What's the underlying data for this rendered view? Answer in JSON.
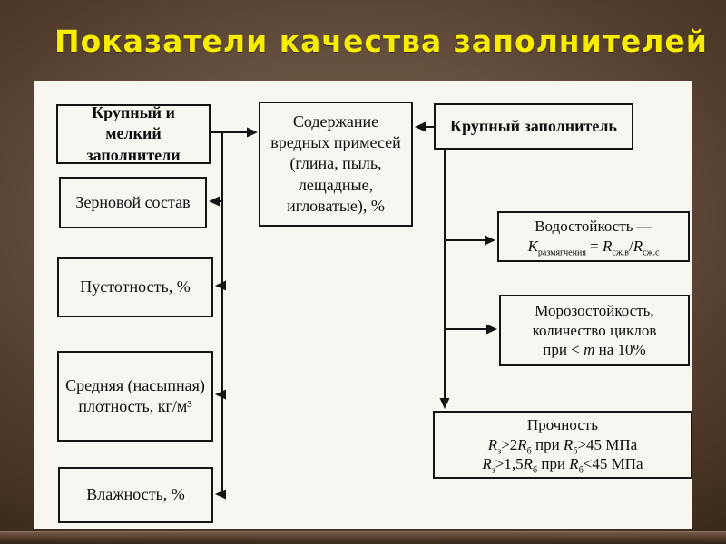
{
  "slide": {
    "title": "Показатели качества заполнителей",
    "title_color": "#f8ec00",
    "background_color": "#66513f",
    "panel_color": "#f8f6f1",
    "line_color": "#141414"
  },
  "diagram": {
    "left_column": {
      "header": "Крупный и мелкий заполнители",
      "items": [
        "Зерновой состав",
        "Пустотность, %",
        "Средняя (насыпная) плотность, кг/м³",
        "Влажность, %"
      ]
    },
    "center": {
      "impurities": "Содержание вредных примесей (глина, пыль, лещадные, игловатые), %"
    },
    "right_column": {
      "header": "Крупный заполнитель",
      "water_resistance": {
        "line1": "Водостойкость —",
        "k": "К",
        "k_sub": "размягчения",
        "eq": " = ",
        "r1": "R",
        "r1_sub": "сж.в",
        "slash": "/",
        "r2": "R",
        "r2_sub": "сж.с"
      },
      "frost_resistance": {
        "line1": "Морозостойкость,",
        "line2": "количество циклов",
        "line3_pre": "при < ",
        "line3_var": "m",
        "line3_post": " на 10%"
      },
      "strength": {
        "title": "Прочность",
        "line2": {
          "r1": "R",
          "r1_sub": "з",
          "op1": ">2",
          "r2": "R",
          "r2_sub": "б",
          "mid": " при ",
          "r3": "R",
          "r3_sub": "б",
          "tail": ">45 МПа"
        },
        "line3": {
          "r1": "R",
          "r1_sub": "з",
          "op1": ">1,5",
          "r2": "R",
          "r2_sub": "б",
          "mid": " при ",
          "r3": "R",
          "r3_sub": "б",
          "tail": "<45 МПа"
        }
      }
    }
  }
}
